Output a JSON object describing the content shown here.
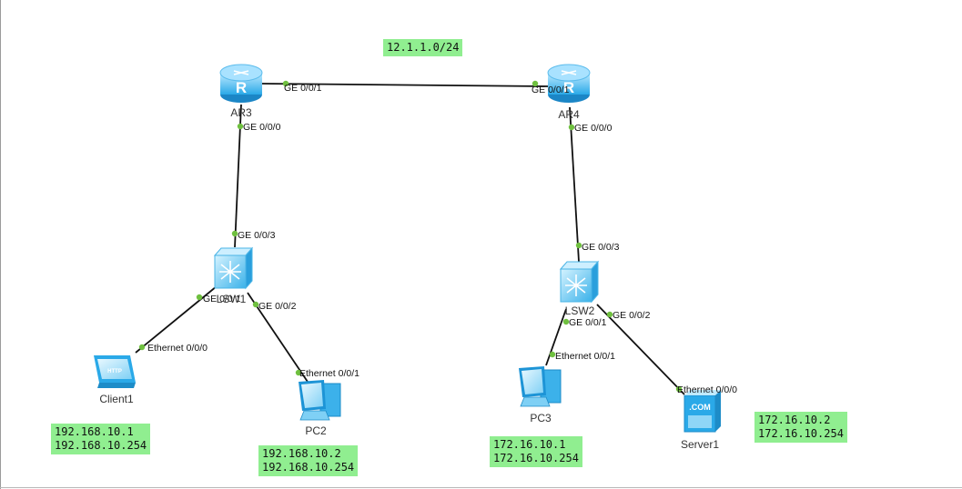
{
  "colors": {
    "link": "#111111",
    "port_dot": "#6fc03f",
    "note_bg": "#90ee90",
    "device": "#2aa9e8"
  },
  "wan_subnet": "12.1.1.0/24",
  "devices": [
    {
      "id": "ar3",
      "name": "AR3",
      "icon": "router-icon"
    },
    {
      "id": "ar4",
      "name": "AR4",
      "icon": "router-icon"
    },
    {
      "id": "lsw1",
      "name": "LSW1",
      "icon": "switch-icon"
    },
    {
      "id": "lsw2",
      "name": "LSW2",
      "icon": "switch-icon"
    },
    {
      "id": "client1",
      "name": "Client1",
      "icon": "client-icon"
    },
    {
      "id": "pc2",
      "name": "PC2",
      "icon": "pc-icon"
    },
    {
      "id": "pc3",
      "name": "PC3",
      "icon": "pc-icon"
    },
    {
      "id": "server1",
      "name": "Server1",
      "icon": "server-icon"
    }
  ],
  "links": [
    {
      "from": "ar3",
      "to": "ar4",
      "from_port": "GE 0/0/1",
      "to_port": "GE 0/0/1"
    },
    {
      "from": "ar3",
      "to": "lsw1",
      "from_port": "GE 0/0/0",
      "to_port": "GE 0/0/3"
    },
    {
      "from": "ar4",
      "to": "lsw2",
      "from_port": "GE 0/0/0",
      "to_port": "GE 0/0/3"
    },
    {
      "from": "lsw1",
      "to": "client1",
      "from_port": "GE 0/0/1",
      "to_port": "Ethernet 0/0/0"
    },
    {
      "from": "lsw1",
      "to": "pc2",
      "from_port": "GE 0/0/2",
      "to_port": "Ethernet 0/0/1"
    },
    {
      "from": "lsw2",
      "to": "pc3",
      "from_port": "GE 0/0/1",
      "to_port": "Ethernet 0/0/1"
    },
    {
      "from": "lsw2",
      "to": "server1",
      "from_port": "GE 0/0/2",
      "to_port": "Ethernet 0/0/0"
    }
  ],
  "notes": {
    "client1": [
      "192.168.10.1",
      "192.168.10.254"
    ],
    "pc2": [
      "192.168.10.2",
      "192.168.10.254"
    ],
    "pc3": [
      "172.16.10.1",
      "172.16.10.254"
    ],
    "server1": [
      "172.16.10.2",
      "172.16.10.254"
    ]
  }
}
